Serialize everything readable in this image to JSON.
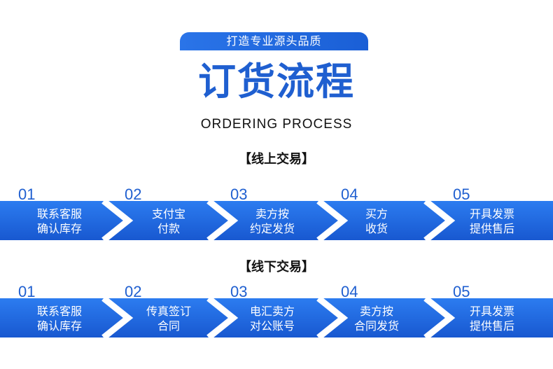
{
  "header": {
    "tagline": "打造专业源头品质",
    "title": "订货流程",
    "subtitle": "ORDERING PROCESS"
  },
  "sections": [
    {
      "title": "【线上交易】",
      "steps": [
        {
          "num": "01",
          "line1": "联系客服",
          "line2": "确认库存"
        },
        {
          "num": "02",
          "line1": "支付宝",
          "line2": "付款"
        },
        {
          "num": "03",
          "line1": "卖方按",
          "line2": "约定发货"
        },
        {
          "num": "04",
          "line1": "买方",
          "line2": "收货"
        },
        {
          "num": "05",
          "line1": "开具发票",
          "line2": "提供售后"
        }
      ]
    },
    {
      "title": "【线下交易】",
      "steps": [
        {
          "num": "01",
          "line1": "联系客服",
          "line2": "确认库存"
        },
        {
          "num": "02",
          "line1": "传真签订",
          "line2": "合同"
        },
        {
          "num": "03",
          "line1": "电汇卖方",
          "line2": "对公账号"
        },
        {
          "num": "04",
          "line1": "卖方按",
          "line2": "合同发货"
        },
        {
          "num": "05",
          "line1": "开具发票",
          "line2": "提供售后"
        }
      ]
    }
  ],
  "colors": {
    "brand_blue": "#1f5fd0",
    "band_top": "#2c7cf0",
    "band_bottom": "#1858d0"
  }
}
